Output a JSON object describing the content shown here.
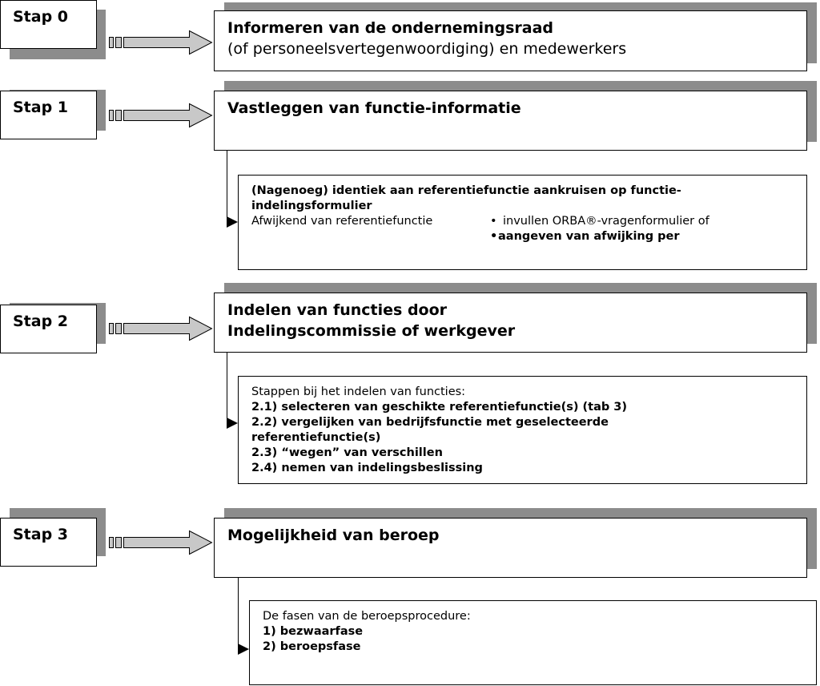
{
  "steps": [
    {
      "label": "Stap 0",
      "title_line1": "Informeren van de ondernemingsraad",
      "title_line2": "(of personeelsvertegenwoordiging) en medewerkers"
    },
    {
      "label": "Stap 1",
      "title": "Vastleggen van functie-informatie",
      "detail": {
        "bold_line": "(Nagenoeg) identiek aan referentiefunctie aankruisen op functie-indelingsformulier",
        "left_text": "Afwijkend van referentiefunctie",
        "bullets": [
          "invullen ORBA®-vragenformulier of",
          "aangeven van afwijking per"
        ]
      }
    },
    {
      "label": "Stap 2",
      "title_line1": "Indelen van functies door",
      "title_line2": "Indelingscommissie of werkgever",
      "detail": {
        "intro": "Stappen bij het indelen van functies:",
        "items": [
          "2.1)  selecteren van geschikte referentiefunctie(s) (tab 3)",
          "2.2)  vergelijken van bedrijfsfunctie met geselecteerde referentiefunctie(s)",
          "2.3)  “wegen” van verschillen",
          "2.4)  nemen van indelingsbeslissing"
        ]
      }
    },
    {
      "label": "Stap 3",
      "title": "Mogelijkheid van beroep",
      "detail": {
        "intro": "De fasen van de beroepsprocedure:",
        "items": [
          "1)  bezwaarfase",
          "2)  beroepsfase"
        ]
      }
    }
  ],
  "colors": {
    "shadow": "#8c8c8c",
    "arrow_fill": "#c8c8c8",
    "border": "#000000"
  }
}
